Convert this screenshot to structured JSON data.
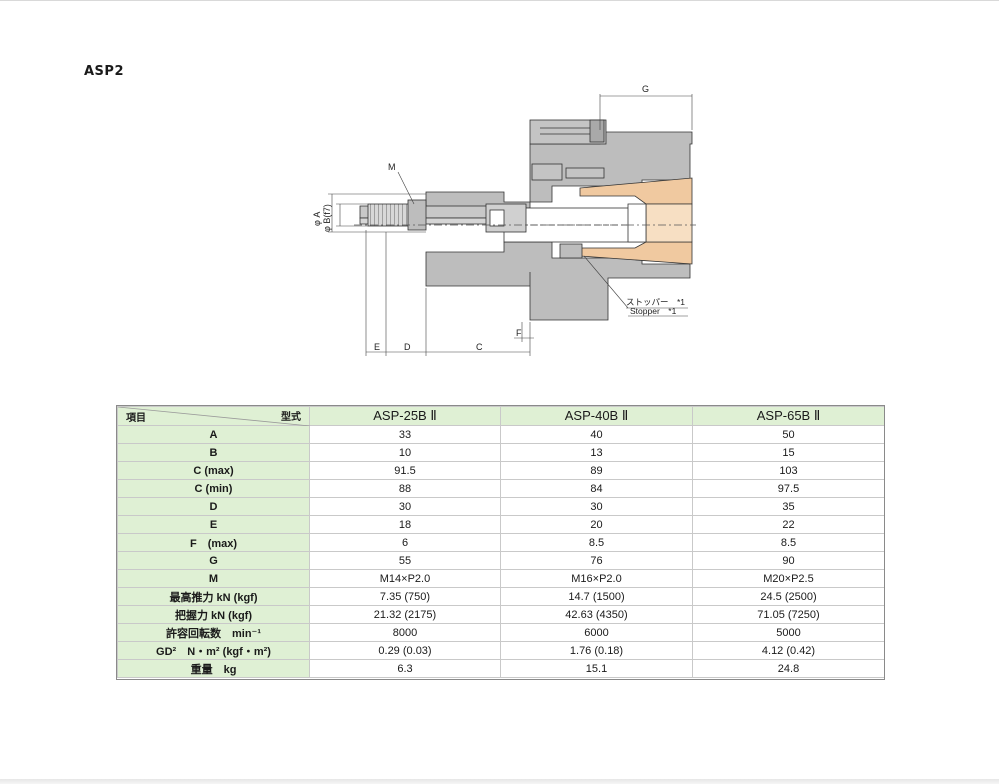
{
  "title": "ASP2",
  "drawing": {
    "labels": {
      "M": "M",
      "G": "G",
      "phiA": "φ A",
      "phiB": "φ B(f7)",
      "E": "E",
      "D": "D",
      "C": "C",
      "F": "F",
      "stopper_jp": "ストッパー　*1",
      "stopper_en": "Stopper　*1"
    },
    "colors": {
      "body": "#b9b9b9",
      "collet": "#f0c9a0",
      "line": "#333333"
    }
  },
  "table": {
    "corner": {
      "item": "項目",
      "type": "型式"
    },
    "models": [
      "ASP-25B Ⅱ",
      "ASP-40B Ⅱ",
      "ASP-65B Ⅱ"
    ],
    "rows": [
      {
        "label": "A",
        "values": [
          "33",
          "40",
          "50"
        ]
      },
      {
        "label": "B",
        "values": [
          "10",
          "13",
          "15"
        ]
      },
      {
        "label": "C (max)",
        "values": [
          "91.5",
          "89",
          "103"
        ]
      },
      {
        "label": "C (min)",
        "values": [
          "88",
          "84",
          "97.5"
        ]
      },
      {
        "label": "D",
        "values": [
          "30",
          "30",
          "35"
        ]
      },
      {
        "label": "E",
        "values": [
          "18",
          "20",
          "22"
        ]
      },
      {
        "label": "F　(max)",
        "values": [
          "6",
          "8.5",
          "8.5"
        ]
      },
      {
        "label": "G",
        "values": [
          "55",
          "76",
          "90"
        ]
      },
      {
        "label": "M",
        "values": [
          "M14×P2.0",
          "M16×P2.0",
          "M20×P2.5"
        ]
      },
      {
        "label": "最高推力 kN (kgf)",
        "values": [
          "7.35 (750)",
          "14.7 (1500)",
          "24.5 (2500)"
        ]
      },
      {
        "label": "把握力 kN (kgf)",
        "values": [
          "21.32 (2175)",
          "42.63 (4350)",
          "71.05 (7250)"
        ]
      },
      {
        "label": "許容回転数　min⁻¹",
        "values": [
          "8000",
          "6000",
          "5000"
        ]
      },
      {
        "label": "GD²　N・m² (kgf・m²)",
        "values": [
          "0.29 (0.03)",
          "1.76 (0.18)",
          "4.12 (0.42)"
        ]
      },
      {
        "label": "重量　kg",
        "values": [
          "6.3",
          "15.1",
          "24.8"
        ]
      }
    ]
  }
}
